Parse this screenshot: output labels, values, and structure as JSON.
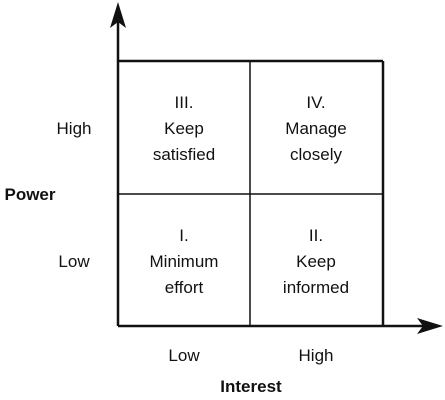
{
  "colors": {
    "line": "#111111",
    "background": "#ffffff"
  },
  "y_axis": {
    "title": "Power",
    "ticks": [
      "High",
      "Low"
    ]
  },
  "x_axis": {
    "title": "Interest",
    "ticks": [
      "Low",
      "High"
    ]
  },
  "quadrants": {
    "top_left": {
      "number": "III.",
      "line1": "Keep",
      "line2": "satisfied"
    },
    "top_right": {
      "number": "IV.",
      "line1": "Manage",
      "line2": "closely"
    },
    "bottom_left": {
      "number": "I.",
      "line1": "Minimum",
      "line2": "effort"
    },
    "bottom_right": {
      "number": "II.",
      "line1": "Keep",
      "line2": "informed"
    }
  }
}
